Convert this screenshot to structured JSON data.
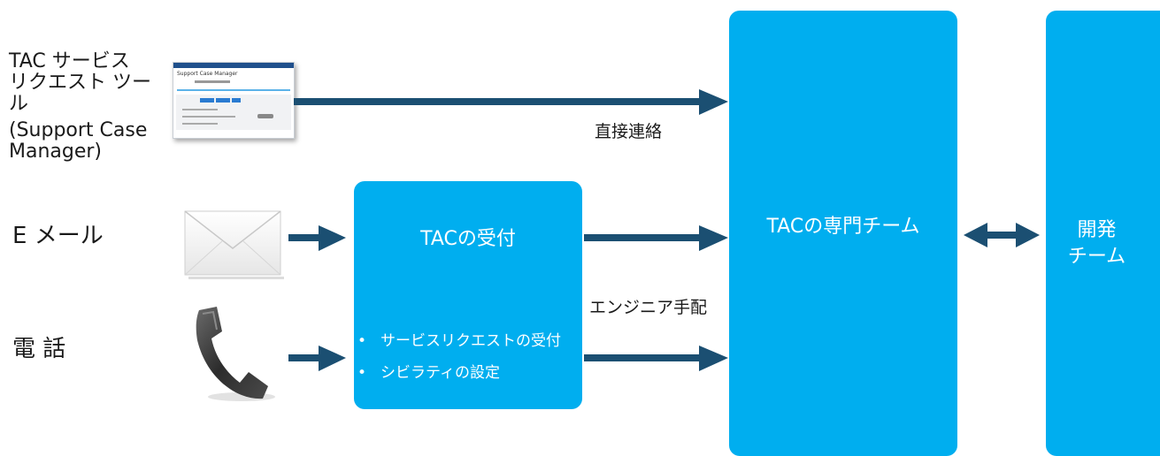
{
  "sources": {
    "tool_line1": "TAC サービス",
    "tool_line2": "リクエスト ツール",
    "tool_line3": "(Support Case",
    "tool_line4": "Manager)",
    "email": "E メール",
    "phone": "電 話"
  },
  "screenshot": {
    "title": "Support Case Manager"
  },
  "labels": {
    "direct_contact": "直接連絡",
    "engineer_assign": "エンジニア手配"
  },
  "reception": {
    "title": "TACの受付",
    "bullets": [
      "サービスリクエストの受付",
      "シビラティの設定"
    ]
  },
  "specialist": {
    "title": "TACの専門チーム"
  },
  "dev": {
    "line1": "開発",
    "line2": "チーム"
  },
  "colors": {
    "box": "#00aeef",
    "arrow": "#1b4f72"
  }
}
